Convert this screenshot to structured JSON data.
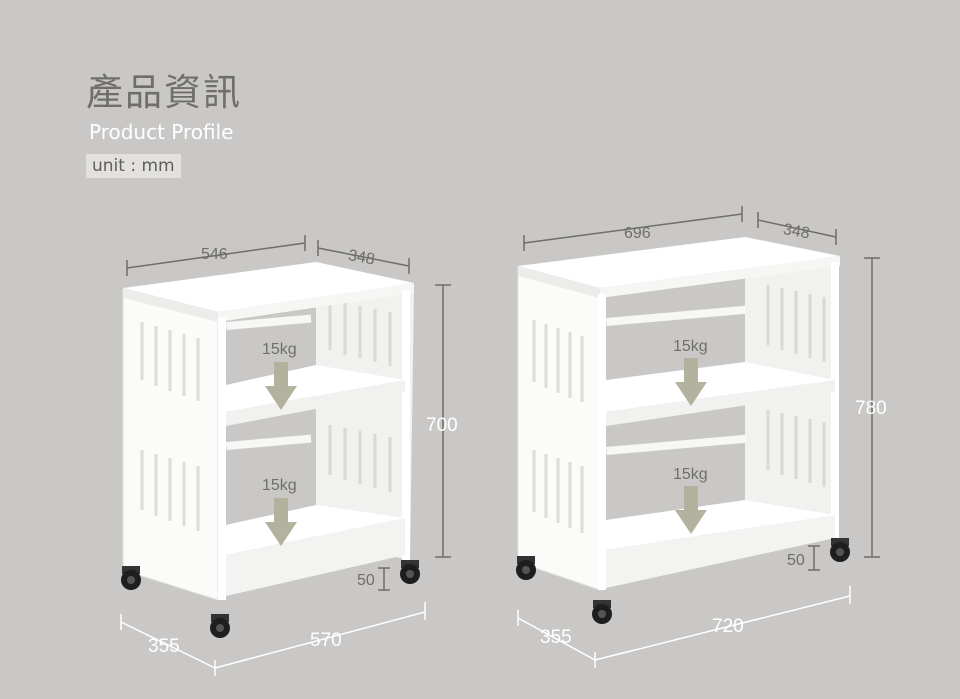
{
  "header": {
    "title": "產品資訊",
    "subtitle": "Product Profile",
    "unit": "unit : mm"
  },
  "colors": {
    "background": "#c9c8c6",
    "title": "#6f6e6a",
    "cart": "#ffffff",
    "arrow": "#b3b29e"
  },
  "small_cart": {
    "top_width": "546",
    "top_depth": "348",
    "height": "700",
    "wheel_height": "50",
    "bottom_depth": "355",
    "bottom_width": "570",
    "load_upper": "15kg",
    "load_lower": "15kg"
  },
  "large_cart": {
    "top_width": "696",
    "top_depth": "348",
    "height": "780",
    "wheel_height": "50",
    "bottom_depth": "355",
    "bottom_width": "720",
    "load_upper": "15kg",
    "load_lower": "15kg"
  }
}
